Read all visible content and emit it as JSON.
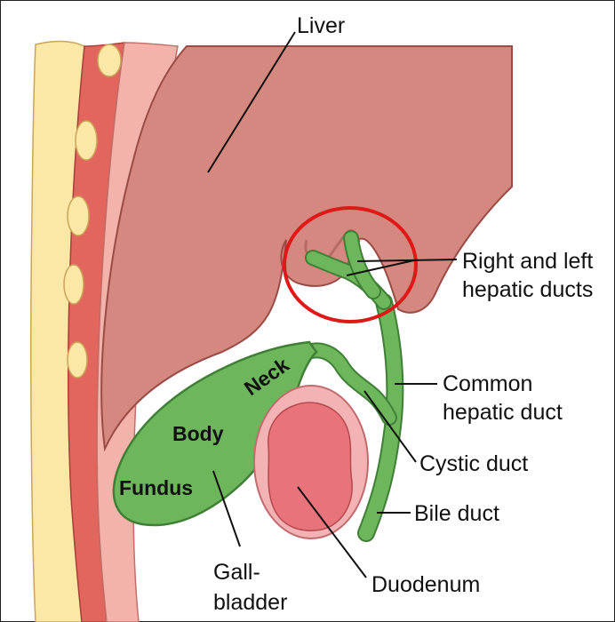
{
  "labels": {
    "liver": "Liver",
    "hepatic_ducts_line1": "Right and left",
    "hepatic_ducts_line2": "hepatic ducts",
    "common_hepatic_line1": "Common",
    "common_hepatic_line2": "hepatic duct",
    "cystic_duct": "Cystic duct",
    "bile_duct": "Bile duct",
    "duodenum": "Duodenum",
    "gallbladder_line1": "Gall-",
    "gallbladder_line2": "bladder"
  },
  "gallbladder_parts": {
    "neck": "Neck",
    "body": "Body",
    "fundus": "Fundus"
  },
  "colors": {
    "liver": "#d4887f",
    "liver_edge": "#9a4b45",
    "gallbladder": "#6db65b",
    "gallbladder_edge": "#3f7f36",
    "duodenum_outer": "#f3b3b5",
    "duodenum_inner": "#e8737b",
    "highlight_circle": "#e01818",
    "fat": "#fbe7a6",
    "muscle": "#e2665e"
  }
}
